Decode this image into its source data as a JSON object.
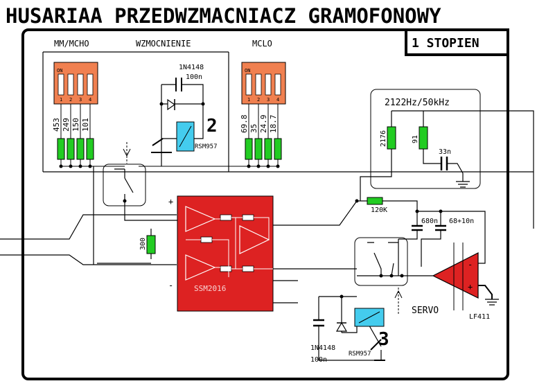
{
  "title": "HUSARIAA PRZEDWZMACNIACZ GRAMOFONOWY",
  "stage_label": "1 STOPIEN",
  "switch_labels": {
    "mm_mcho": "MM/MCHO",
    "gain": "WZMOCNIENIE",
    "mclo": "MCLO"
  },
  "dip_switch": {
    "on": "ON",
    "positions": [
      "1",
      "2",
      "3",
      "4"
    ]
  },
  "left_resistors": [
    "453",
    "249",
    "150",
    "101"
  ],
  "right_resistors": [
    "69.8",
    "35",
    "24.9",
    "18.7"
  ],
  "relay_top": {
    "diode": "1N4148",
    "cap": "100n",
    "relay": "RSM957",
    "number": "2"
  },
  "relay_bottom": {
    "diode": "1N4148",
    "cap": "100n",
    "relay": "RSM957",
    "number": "3"
  },
  "filter": {
    "label": "2122Hz/50kHz",
    "r1": "2176",
    "r2": "91",
    "cap": "33n"
  },
  "opamp": {
    "chip": "SSM2016",
    "plus": "+",
    "minus": "-"
  },
  "input_resistor": "300",
  "feedback_resistor": "120K",
  "caps": {
    "c1": "680n",
    "c2": "68+10n"
  },
  "servo": {
    "label": "SERVO",
    "chip": "LF411",
    "plus": "+",
    "minus": "-"
  },
  "colors": {
    "dip": "#f08050",
    "resistor": "#22cc22",
    "relay": "#44ccee",
    "chip": "#dd2222",
    "wire": "#000000"
  }
}
